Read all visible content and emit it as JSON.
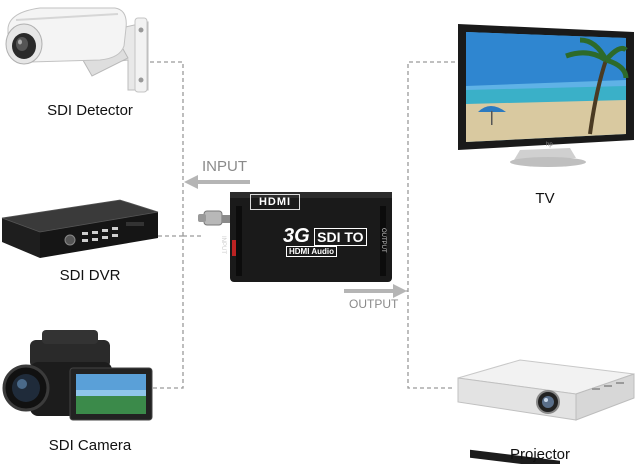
{
  "sources": [
    {
      "label": "SDI Detector",
      "icon": "security-camera-icon"
    },
    {
      "label": "SDI DVR",
      "icon": "dvr-recorder-icon"
    },
    {
      "label": "SDI Camera",
      "icon": "camcorder-icon"
    }
  ],
  "destinations": [
    {
      "label": "TV",
      "icon": "tv-monitor-icon"
    },
    {
      "label": "Projector",
      "icon": "projector-icon"
    }
  ],
  "flow": {
    "input_label": "INPUT",
    "output_label": "OUTPUT"
  },
  "converter": {
    "brand": "HDMI",
    "model_prefix": "3G",
    "model_line": "SDI TO",
    "model_sub": "HDMI Audio",
    "input_port_label": "INPUT",
    "output_port_label": "OUTPUT"
  },
  "colors": {
    "connector_line": "#9a9a9a",
    "arrow": "#b5b5b5",
    "device_body": "#1a1a1a"
  }
}
